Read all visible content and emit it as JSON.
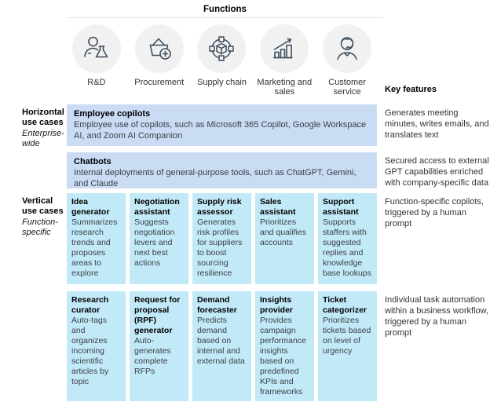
{
  "colors": {
    "horizontal_box": "#c9dcf4",
    "vertical_box": "#c2e9f8",
    "icon_circle_bg": "#f1f1f1",
    "icon_stroke": "#3d4d5c",
    "divider_line": "#e7e7e7"
  },
  "header": {
    "functions_label": "Functions",
    "key_features_label": "Key features",
    "functions": [
      {
        "label": "R&D",
        "icon": "rd-icon"
      },
      {
        "label": "Procurement",
        "icon": "procurement-icon"
      },
      {
        "label": "Supply chain",
        "icon": "supply-chain-icon"
      },
      {
        "label": "Marketing and sales",
        "icon": "marketing-sales-icon"
      },
      {
        "label": "Customer service",
        "icon": "customer-service-icon"
      }
    ]
  },
  "horizontal": {
    "label": "Horizontal use cases",
    "sublabel": "Enterprise-wide",
    "rows": [
      {
        "title": "Employee copilots",
        "body": "Employee use of copilots, such as Microsoft 365 Copilot, Google Workspace AI, and Zoom AI Companion",
        "key_feature": "Generates meeting minutes, writes emails, and translates text"
      },
      {
        "title": "Chatbots",
        "body": "Internal deployments of general-purpose tools, such as ChatGPT, Gemini, and Claude",
        "key_feature": "Secured access to external GPT capabilities enriched with company-specific data"
      }
    ]
  },
  "vertical": {
    "label": "Vertical use cases",
    "sublabel": "Function-specific",
    "rows": [
      {
        "key_feature": "Function-specific copilots, triggered by a human prompt",
        "cards": [
          {
            "title": "Idea generator",
            "body": "Summarizes research trends and proposes areas to explore"
          },
          {
            "title": "Negotiation assistant",
            "body": "Suggests negotiation levers and next best actions"
          },
          {
            "title": "Supply risk assessor",
            "body": "Generates risk profiles for suppliers to boost sourcing resilience"
          },
          {
            "title": "Sales assistant",
            "body": "Prioritizes and qualifies accounts"
          },
          {
            "title": "Support assistant",
            "body": "Supports staffers with suggested replies and knowledge base lookups"
          }
        ]
      },
      {
        "key_feature": "Individual task automation within a business workflow, triggered by a human prompt",
        "cards": [
          {
            "title": "Research curator",
            "body": "Auto-tags and organizes incoming scientific articles by topic"
          },
          {
            "title": "Request for proposal (RPF) generator",
            "body": "Auto-generates complete RFPs"
          },
          {
            "title": "Demand forecaster",
            "body": "Predicts demand based on internal and external data"
          },
          {
            "title": "Insights provider",
            "body": "Provides campaign performance insights based on predefined KPIs and frameworks"
          },
          {
            "title": "Ticket categorizer",
            "body": "Prioritizes tickets based on level of urgency"
          }
        ]
      }
    ]
  }
}
